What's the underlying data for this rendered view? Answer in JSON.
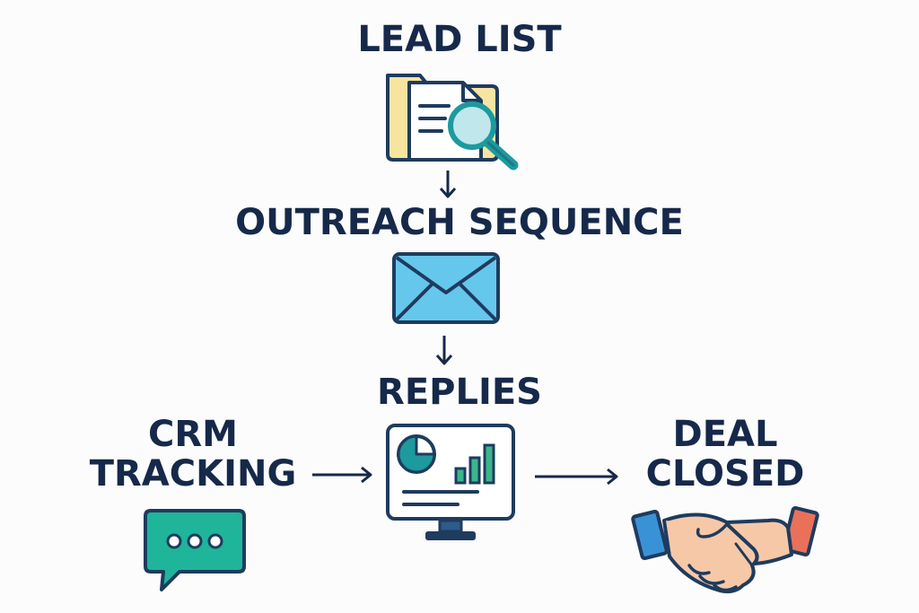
{
  "nodes": {
    "lead_list": {
      "label": "LEAD LIST",
      "icon": "folder-search-icon"
    },
    "outreach_sequence": {
      "label": "OUTREACH SEQUENCE",
      "icon": "envelope-icon"
    },
    "replies": {
      "label": "REPLIES",
      "icon": "monitor-dashboard-icon"
    },
    "crm_tracking": {
      "label_lines": [
        "CRM",
        "TRACKING"
      ],
      "icon": "chat-bubble-icon"
    },
    "deal_closed": {
      "label_lines": [
        "DEAL",
        "CLOSED"
      ],
      "icon": "handshake-icon"
    }
  },
  "edges": [
    {
      "from": "lead_list",
      "to": "outreach_sequence"
    },
    {
      "from": "outreach_sequence",
      "to": "replies"
    },
    {
      "from": "crm_tracking",
      "to": "replies"
    },
    {
      "from": "replies",
      "to": "deal_closed"
    }
  ],
  "colors": {
    "text": "#16294a",
    "outline": "#1f3b5e",
    "folder": "#f7e4a1",
    "accent_teal": "#1c9a9e",
    "envelope": "#66c7ec",
    "chart_green": "#3ab78a",
    "handshake_left_cuff": "#3a92d6",
    "handshake_right_cuff": "#e9715a",
    "skin": "#f7c8a7"
  }
}
